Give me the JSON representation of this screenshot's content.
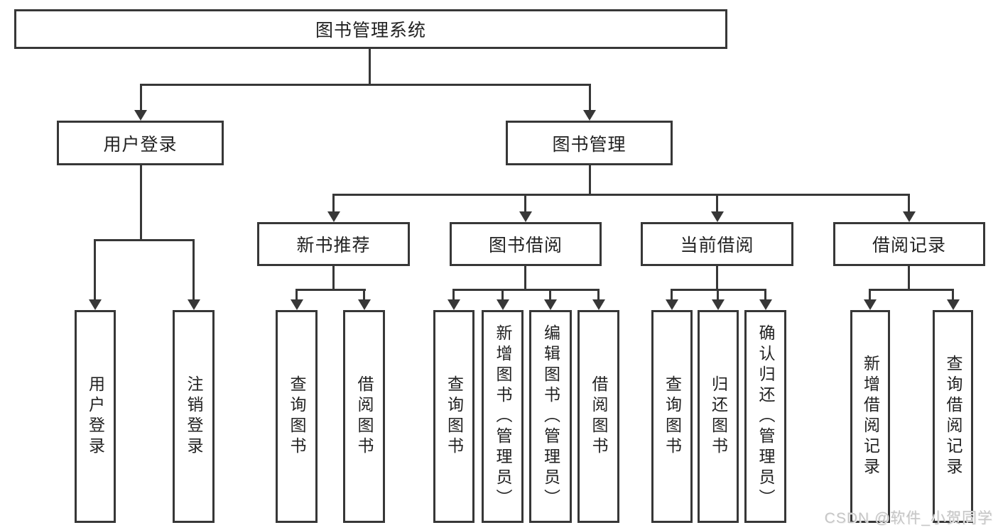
{
  "diagram": {
    "type": "hierarchy-tree",
    "title": "图书管理系统",
    "line_color": "#373737",
    "text_color": "#222222",
    "background_color": "#ffffff",
    "watermark": "CSDN @软件_小贺同学",
    "watermark_color": "#c6c6c6"
  },
  "tree": {
    "label": "图书管理系统",
    "children": [
      {
        "label": "用户登录",
        "children": [
          {
            "label": "用户登录"
          },
          {
            "label": "注销登录"
          }
        ]
      },
      {
        "label": "图书管理",
        "children": [
          {
            "label": "新书推荐",
            "children": [
              {
                "label": "查询图书"
              },
              {
                "label": "借阅图书"
              }
            ]
          },
          {
            "label": "图书借阅",
            "children": [
              {
                "label": "查询图书"
              },
              {
                "label": "新增图书（管理员）"
              },
              {
                "label": "编辑图书（管理员）"
              },
              {
                "label": "借阅图书"
              }
            ]
          },
          {
            "label": "当前借阅",
            "children": [
              {
                "label": "查询图书"
              },
              {
                "label": "归还图书"
              },
              {
                "label": "确认归还（管理员）"
              }
            ]
          },
          {
            "label": "借阅记录",
            "children": [
              {
                "label": "新增借阅记录"
              },
              {
                "label": "查询借阅记录"
              }
            ]
          }
        ]
      }
    ]
  }
}
